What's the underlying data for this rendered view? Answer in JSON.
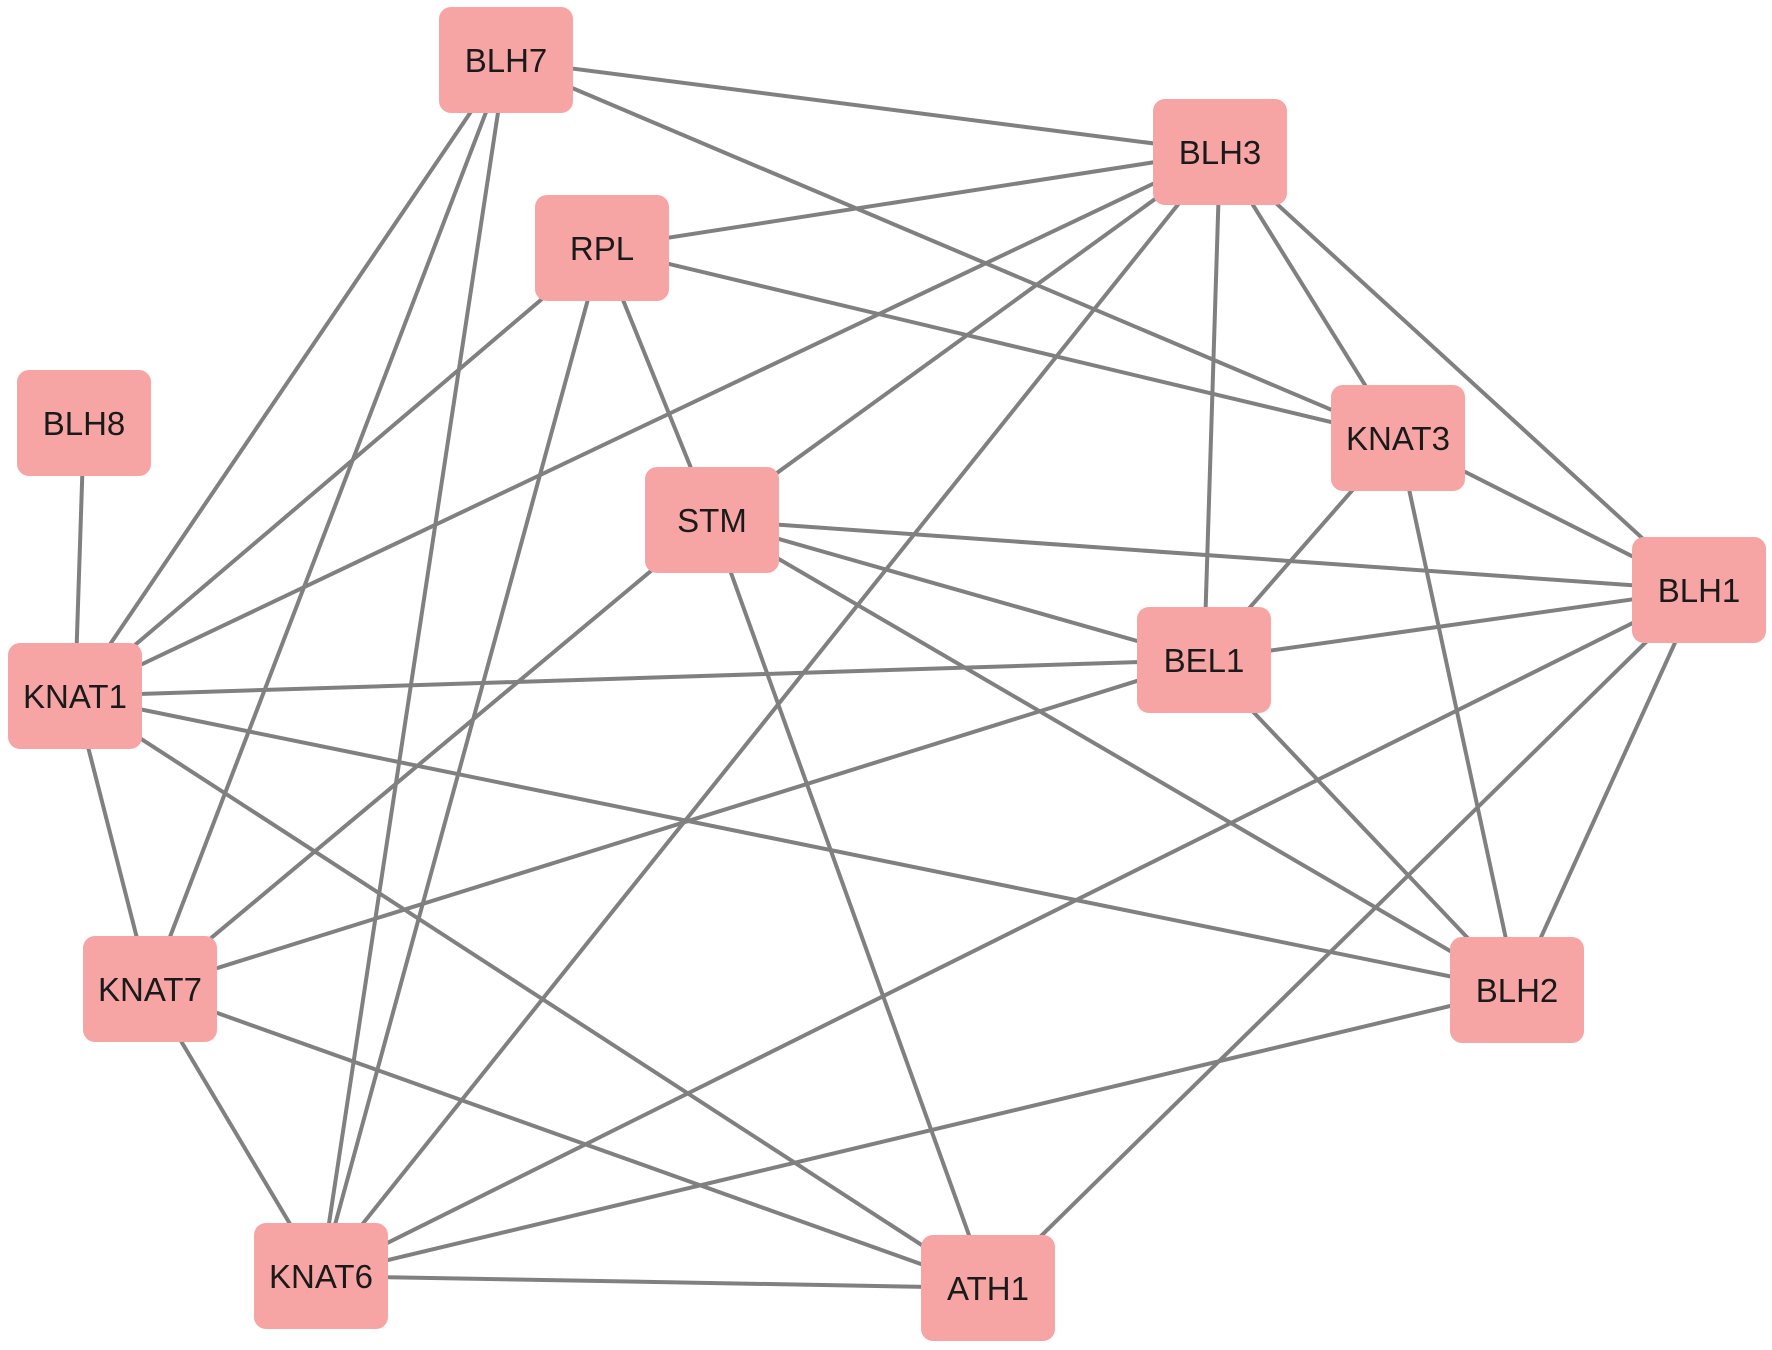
{
  "colors": {
    "node_fill": "#f7a4a4",
    "edge": "#808080",
    "label": "#1a1a1a",
    "background": "#ffffff"
  },
  "nodes": [
    {
      "id": "BLH7",
      "label": "BLH7"
    },
    {
      "id": "BLH3",
      "label": "BLH3"
    },
    {
      "id": "RPL",
      "label": "RPL"
    },
    {
      "id": "BLH8",
      "label": "BLH8"
    },
    {
      "id": "KNAT3",
      "label": "KNAT3"
    },
    {
      "id": "STM",
      "label": "STM"
    },
    {
      "id": "BLH1",
      "label": "BLH1"
    },
    {
      "id": "BEL1",
      "label": "BEL1"
    },
    {
      "id": "KNAT1",
      "label": "KNAT1"
    },
    {
      "id": "KNAT7",
      "label": "KNAT7"
    },
    {
      "id": "BLH2",
      "label": "BLH2"
    },
    {
      "id": "KNAT6",
      "label": "KNAT6"
    },
    {
      "id": "ATH1",
      "label": "ATH1"
    }
  ],
  "edges": [
    [
      "BLH7",
      "BLH3"
    ],
    [
      "BLH7",
      "KNAT3"
    ],
    [
      "BLH7",
      "KNAT1"
    ],
    [
      "BLH7",
      "KNAT7"
    ],
    [
      "BLH7",
      "KNAT6"
    ],
    [
      "BLH3",
      "RPL"
    ],
    [
      "BLH3",
      "STM"
    ],
    [
      "BLH3",
      "KNAT1"
    ],
    [
      "BLH3",
      "KNAT6"
    ],
    [
      "BLH3",
      "BEL1"
    ],
    [
      "BLH3",
      "KNAT3"
    ],
    [
      "BLH3",
      "BLH1"
    ],
    [
      "RPL",
      "KNAT3"
    ],
    [
      "RPL",
      "KNAT1"
    ],
    [
      "RPL",
      "STM"
    ],
    [
      "RPL",
      "KNAT6"
    ],
    [
      "BLH8",
      "KNAT1"
    ],
    [
      "KNAT3",
      "BEL1"
    ],
    [
      "KNAT3",
      "BLH1"
    ],
    [
      "KNAT3",
      "BLH2"
    ],
    [
      "STM",
      "BLH1"
    ],
    [
      "STM",
      "BEL1"
    ],
    [
      "STM",
      "BLH2"
    ],
    [
      "STM",
      "KNAT7"
    ],
    [
      "STM",
      "ATH1"
    ],
    [
      "BLH1",
      "BEL1"
    ],
    [
      "BLH1",
      "KNAT6"
    ],
    [
      "BLH1",
      "ATH1"
    ],
    [
      "BLH1",
      "BLH2"
    ],
    [
      "BEL1",
      "KNAT1"
    ],
    [
      "BEL1",
      "KNAT7"
    ],
    [
      "BEL1",
      "BLH2"
    ],
    [
      "KNAT1",
      "BLH2"
    ],
    [
      "KNAT1",
      "KNAT7"
    ],
    [
      "KNAT1",
      "ATH1"
    ],
    [
      "KNAT7",
      "KNAT6"
    ],
    [
      "KNAT7",
      "ATH1"
    ],
    [
      "BLH2",
      "KNAT6"
    ],
    [
      "KNAT6",
      "ATH1"
    ]
  ]
}
